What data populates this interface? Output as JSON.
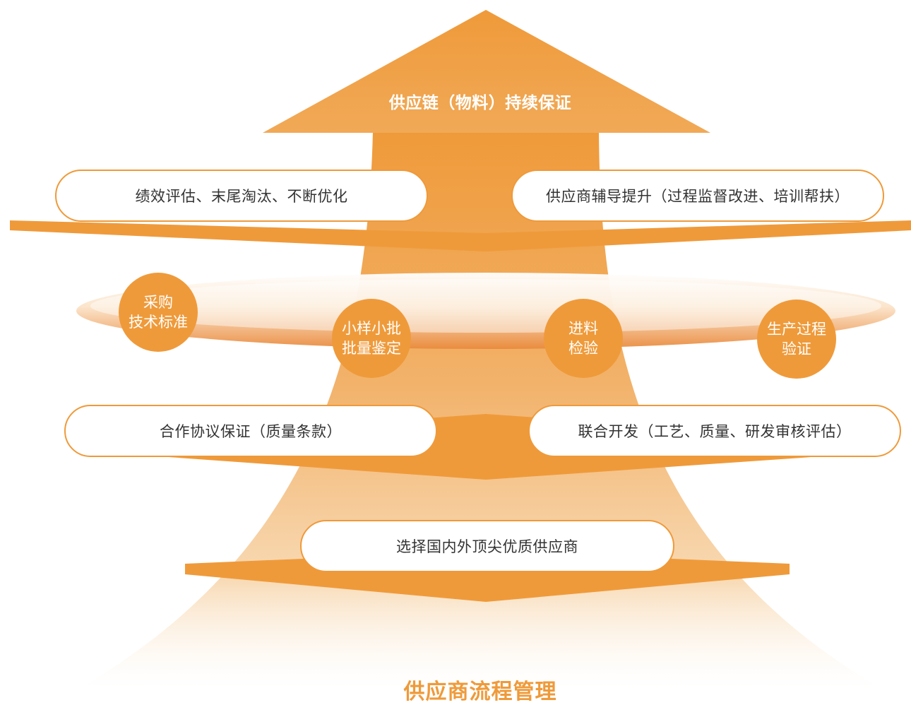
{
  "top_label": "供应链（物料）持续保证",
  "bottom_title": "供应商流程管理",
  "pills": {
    "performance": "绩效评估、末尾淘汰、不断优化",
    "guidance": "供应商辅导提升（过程监督改进、培训帮扶）",
    "agreement": "合作协议保证（质量条款）",
    "joint_dev": "联合开发（工艺、质量、研发审核评估）",
    "selection": "选择国内外顶尖优质供应商"
  },
  "circles": {
    "procurement": [
      "采购",
      "技术标准"
    ],
    "sample": [
      "小样小批",
      "批量鉴定"
    ],
    "incoming": [
      "进料",
      "检验"
    ],
    "production": [
      "生产过程",
      "验证"
    ]
  },
  "colors": {
    "accent": "#ef9a3a",
    "accent_light": "#f8d9b3",
    "pill_border": "#ef9a3a",
    "text": "#333333"
  },
  "icons": {
    "main_shape": "upward-arrow",
    "tiers": "chevron-bands",
    "band": "ellipse-ring"
  }
}
